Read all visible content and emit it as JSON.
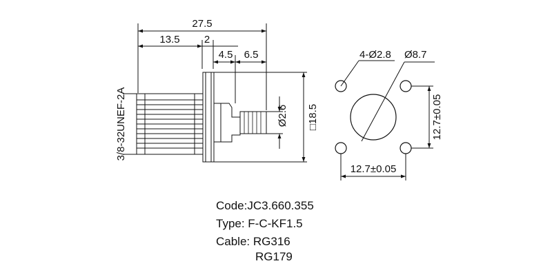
{
  "side_view": {
    "dim_overall": "27.5",
    "dim_body": "13.5",
    "dim_flange": "2",
    "dim_a": "4.5",
    "dim_b": "6.5",
    "thread_label": "3/8-32UNEF-2A",
    "dim_pin_dia": "Ø2.6",
    "dim_flange_sq": "□18.5"
  },
  "front_view": {
    "holes_label": "4-Ø2.8",
    "bore_label": "Ø8.7",
    "spacing_v": "12.7±0.05",
    "spacing_h": "12.7±0.05"
  },
  "specs": {
    "code": "Code:JC3.660.355",
    "type": "Type: F-C-KF1.5",
    "cable": "Cable: RG316",
    "cable2": "RG179"
  }
}
